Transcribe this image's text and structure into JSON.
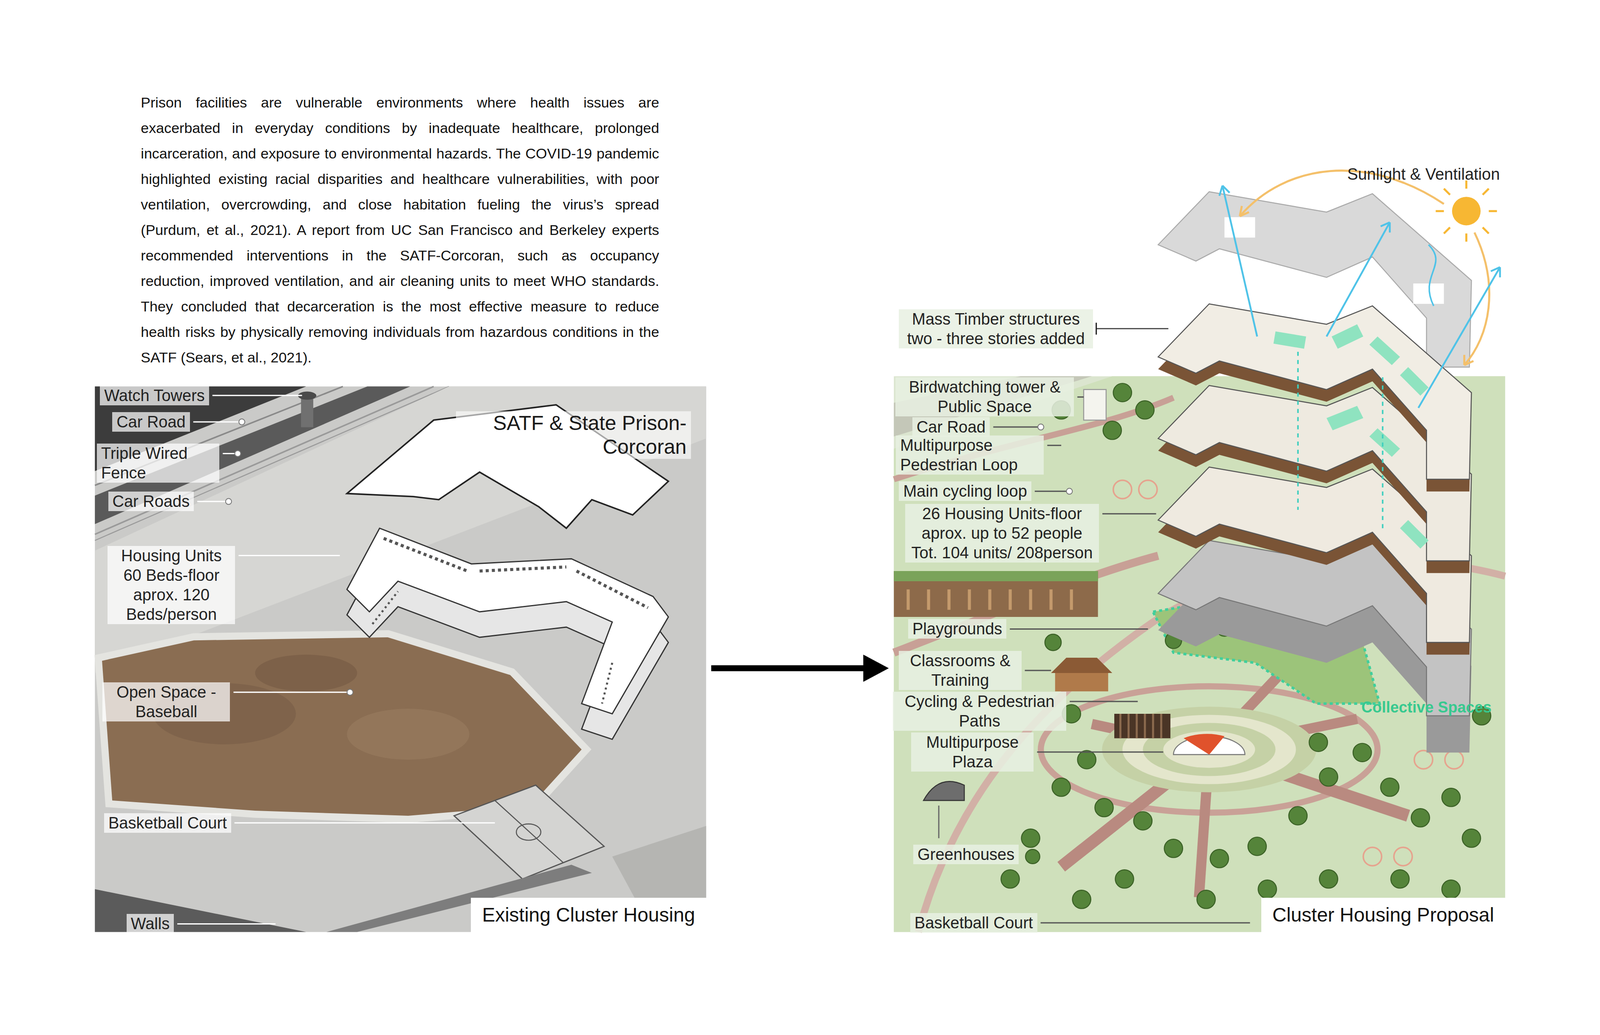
{
  "diagram": {
    "nodes": [
      {
        "text": [
          "Existing Cluster Housing"
        ]
      },
      {
        "text": [
          "Cluster Housing Proposal"
        ]
      }
    ],
    "edges": [
      {
        "from": 0,
        "to": 1,
        "arrow": "to"
      }
    ],
    "labels": [
      "Prison facilities are vulnerable environments where health issues are exacerbated in everyday conditions by inadequate healthcare, prolonged incarceration, and exposure to environmental hazards. The COVID-19 pandemic highlighted existing racial disparities and healthcare vulnerabilities, with poor ventilation, overcrowding, and close habitation fueling the virus’s spread (Purdum, et al., 2021). A report from UC San Francisco and Berkeley experts recommended interventions in the SATF-Corcoran, such as occupancy reduction, improved ventilation, and air cleaning units to meet WHO standards. They concluded that decarceration is the most effective measure to reduce health risks by physically removing individuals from hazardous conditions in the SATF (Sears, et al., 2021).",
      "Watch Towers",
      "Car Road",
      "Triple Wired Fence",
      "Car Roads",
      "Housing Units 60 Beds-floor aprox. 120 Beds/person",
      "Open Space - Baseball",
      "Basketball Court",
      "Walls",
      "SATF & State Prison-Corcoran",
      "Sunlight & Ventilation",
      "Mass Timber structures two - three stories added",
      "Birdwatching tower & Public Space",
      "Car Road",
      "Multipurpose Pedestrian Loop",
      "Main cycling loop",
      "26 Housing Units-floor aprox. up to 52 people Tot. 104 units/ 208person",
      "Playgrounds",
      "Classrooms & Training",
      "Cycling & Pedestrian Paths",
      "Multipurpose Plaza",
      "Greenhouses",
      "Basketball Court",
      "Collective Spaces"
    ]
  }
}
